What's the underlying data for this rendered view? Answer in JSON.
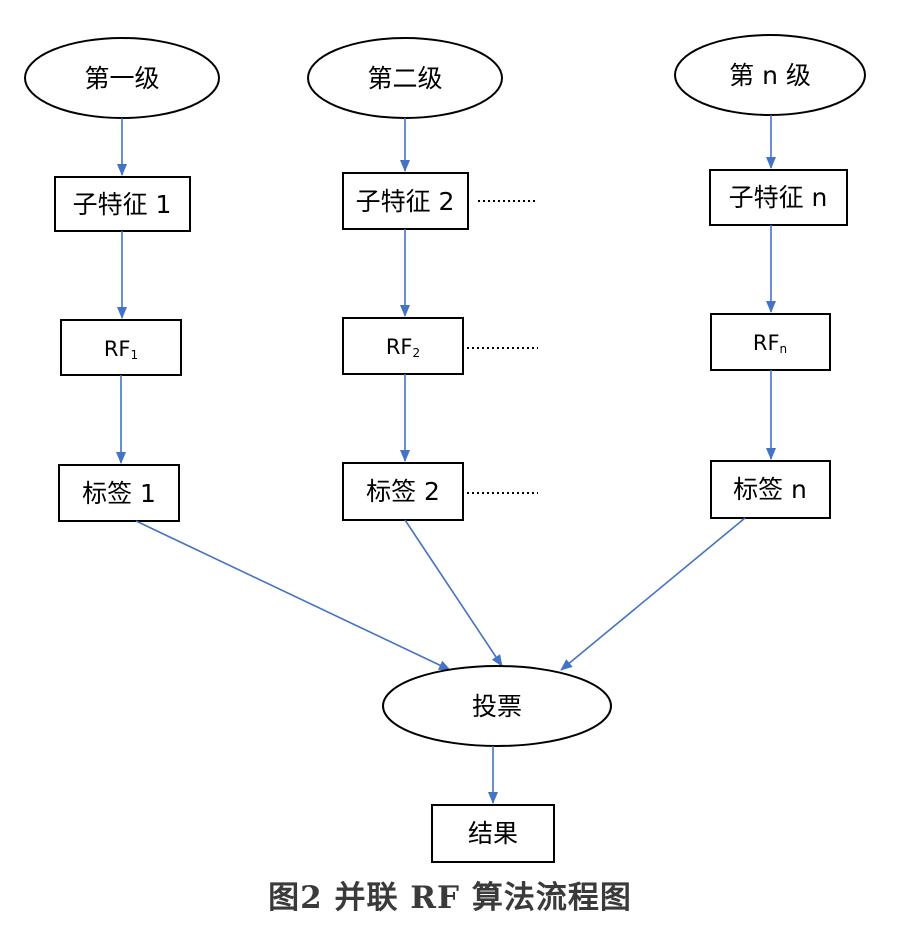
{
  "levels": [
    {
      "level_label": "第一级",
      "feature_label": "子特征 1",
      "rf_base": "RF",
      "rf_sub": "1",
      "tag_label": "标签 1"
    },
    {
      "level_label": "第二级",
      "feature_label": "子特征 2",
      "rf_base": "RF",
      "rf_sub": "2",
      "tag_label": "标签 2"
    },
    {
      "level_label": "第 n 级",
      "feature_label": "子特征 n",
      "rf_base": "RF",
      "rf_sub": "n",
      "tag_label": "标签 n"
    }
  ],
  "vote_label": "投票",
  "result_label": "结果",
  "caption": "图2   并联 RF 算法流程图",
  "colors": {
    "arrow": "#4472c4",
    "border": "#000000"
  }
}
